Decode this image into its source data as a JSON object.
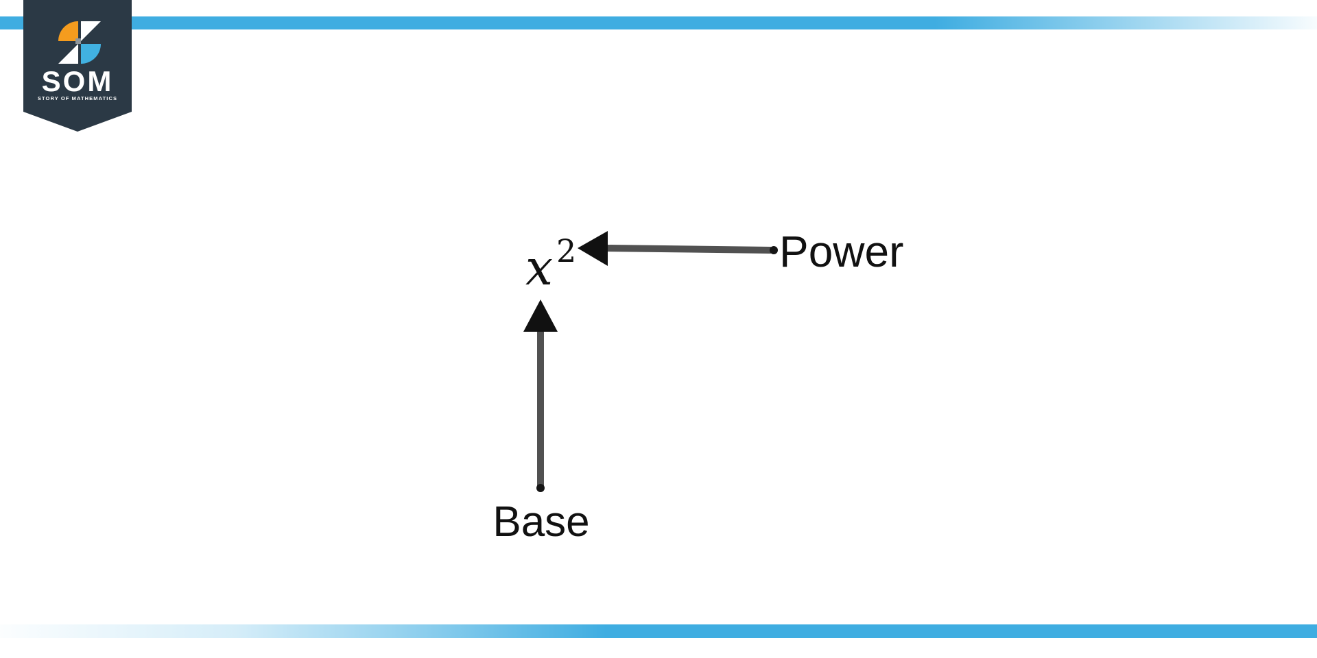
{
  "logo": {
    "acronym": "SOM",
    "tagline": "STORY OF MATHEMATICS"
  },
  "diagram": {
    "expression": {
      "base": "x",
      "exponent": "2"
    },
    "labels": {
      "power": "Power",
      "base": "Base"
    }
  },
  "colors": {
    "accent_blue": "#3fade1",
    "navy": "#2b3945",
    "orange": "#f59c1e",
    "icon_blue": "#41b1e1",
    "arrow_gray": "#515151",
    "text_black": "#111111",
    "center_gray": "#8e969c"
  }
}
